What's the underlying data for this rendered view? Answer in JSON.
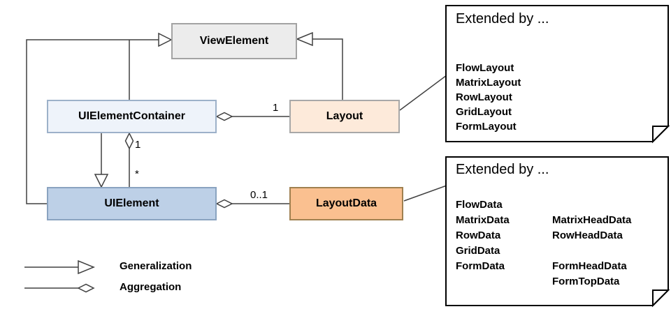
{
  "diagram": {
    "classes": {
      "view_element": {
        "label": "ViewElement",
        "fill": "#ececec"
      },
      "ui_element_container": {
        "label": "UIElementContainer",
        "fill": "#eef3fa"
      },
      "layout": {
        "label": "Layout",
        "fill": "#fdeada"
      },
      "ui_element": {
        "label": "UIElement",
        "fill": "#bdd0e7"
      },
      "layout_data": {
        "label": "LayoutData",
        "fill": "#fac090"
      }
    },
    "multiplicities": {
      "container_layout": "1",
      "container_element_source": "1",
      "container_element_target": "*",
      "element_layoutdata": "0..1"
    },
    "notes": {
      "top": {
        "heading": "Extended by ...",
        "items": [
          "FlowLayout",
          "MatrixLayout",
          "RowLayout",
          "GridLayout",
          "FormLayout"
        ]
      },
      "bottom": {
        "heading": "Extended by ...",
        "rows": [
          {
            "c1": "FlowData",
            "c2": ""
          },
          {
            "c1": "MatrixData",
            "c2": "MatrixHeadData"
          },
          {
            "c1": "RowData",
            "c2": "RowHeadData"
          },
          {
            "c1": "GridData",
            "c2": ""
          },
          {
            "c1": "FormData",
            "c2": "FormHeadData"
          },
          {
            "c1": "",
            "c2": "FormTopData"
          }
        ]
      }
    },
    "legend": {
      "generalization_label": "Generalization",
      "aggregation_label": "Aggregation"
    }
  }
}
